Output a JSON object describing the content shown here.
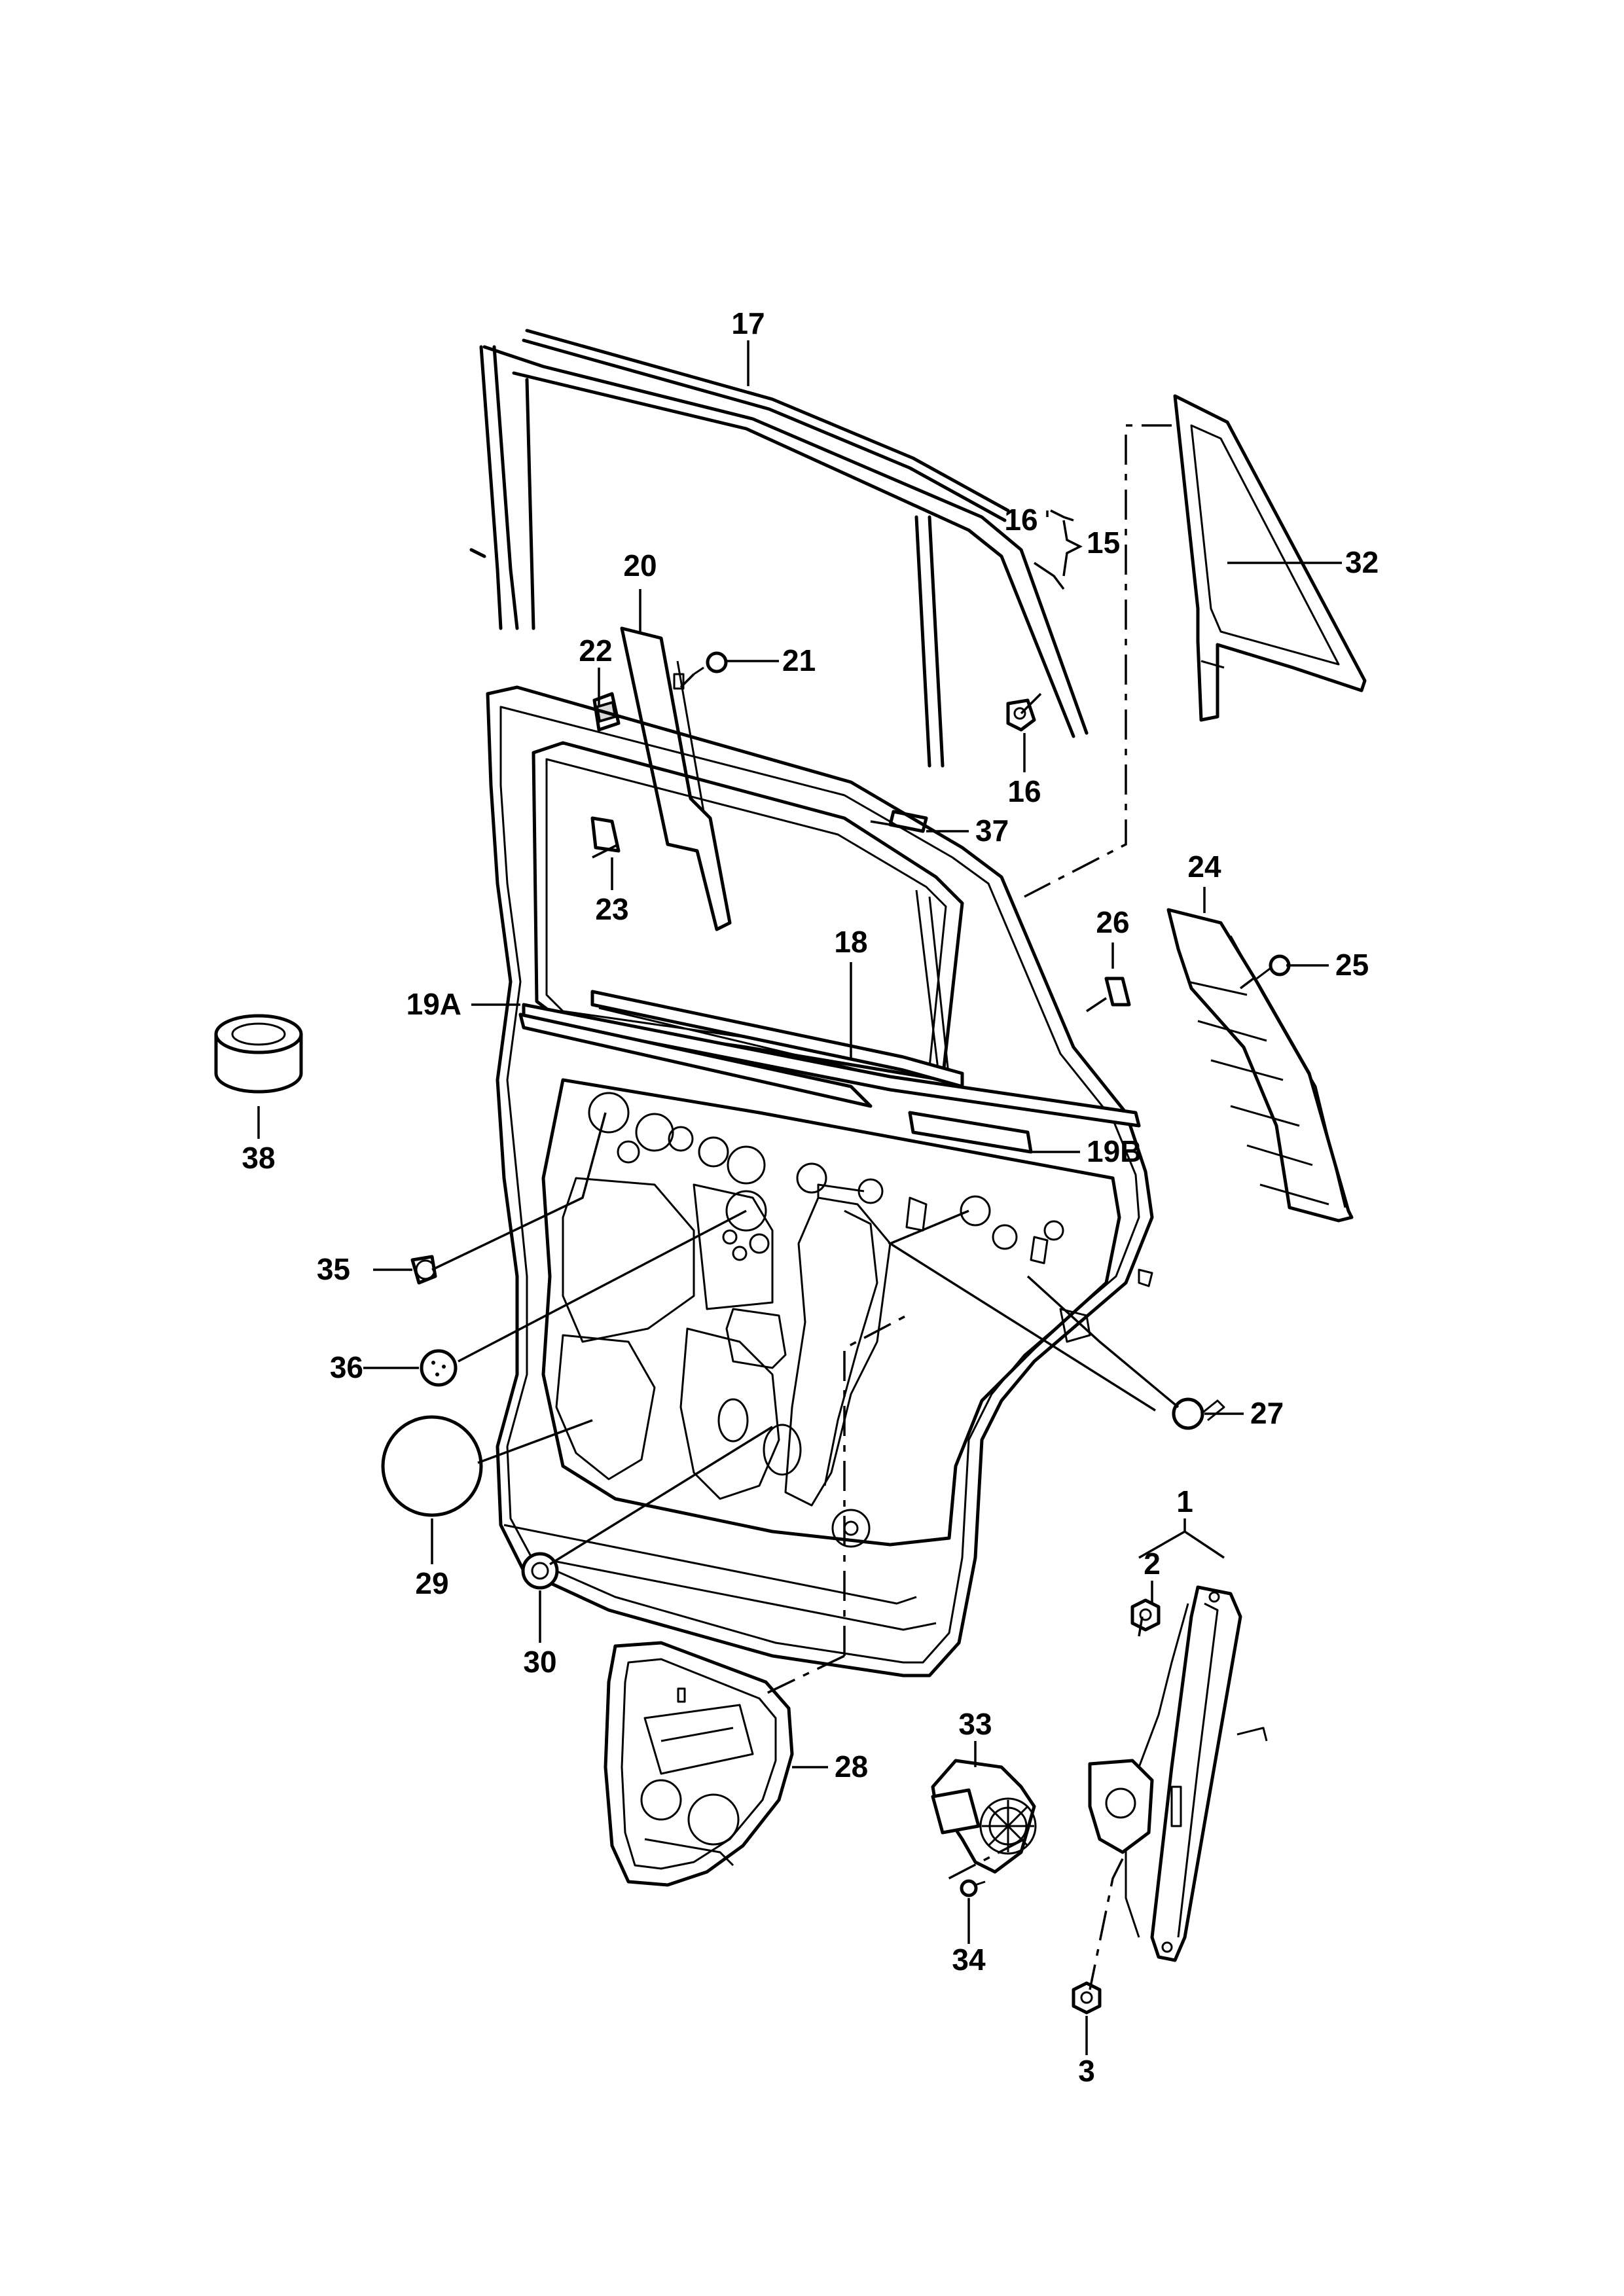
{
  "callouts": [
    {
      "id": "c1",
      "text": "1"
    },
    {
      "id": "c2",
      "text": "2"
    },
    {
      "id": "c3",
      "text": "3"
    },
    {
      "id": "c15",
      "text": "15"
    },
    {
      "id": "c16a",
      "text": "16"
    },
    {
      "id": "c16b",
      "text": "16"
    },
    {
      "id": "c17",
      "text": "17"
    },
    {
      "id": "c18",
      "text": "18"
    },
    {
      "id": "c19A",
      "text": "19A"
    },
    {
      "id": "c19B",
      "text": "19B"
    },
    {
      "id": "c20",
      "text": "20"
    },
    {
      "id": "c21",
      "text": "21"
    },
    {
      "id": "c22",
      "text": "22"
    },
    {
      "id": "c23",
      "text": "23"
    },
    {
      "id": "c24",
      "text": "24"
    },
    {
      "id": "c25",
      "text": "25"
    },
    {
      "id": "c26",
      "text": "26"
    },
    {
      "id": "c27",
      "text": "27"
    },
    {
      "id": "c28",
      "text": "28"
    },
    {
      "id": "c29",
      "text": "29"
    },
    {
      "id": "c30",
      "text": "30"
    },
    {
      "id": "c32",
      "text": "32"
    },
    {
      "id": "c33",
      "text": "33"
    },
    {
      "id": "c34",
      "text": "34"
    },
    {
      "id": "c35",
      "text": "35"
    },
    {
      "id": "c36",
      "text": "36"
    },
    {
      "id": "c37",
      "text": "37"
    },
    {
      "id": "c38",
      "text": "38"
    }
  ]
}
